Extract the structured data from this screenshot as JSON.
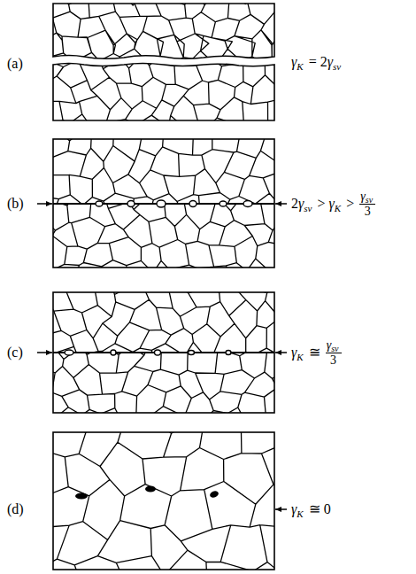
{
  "diagram": {
    "labels": [
      "(a)",
      "γ",
      "K",
      "=",
      "2",
      "γ",
      "sv",
      "(b)",
      "2",
      "γ",
      "sv",
      ">",
      "γ",
      "K",
      ">",
      "γ",
      "sv",
      "3",
      "(c)",
      "γ",
      "K",
      "≅",
      "γ",
      "sv",
      "3",
      "(d)",
      "γ",
      "K",
      "≅",
      "0"
    ]
  }
}
